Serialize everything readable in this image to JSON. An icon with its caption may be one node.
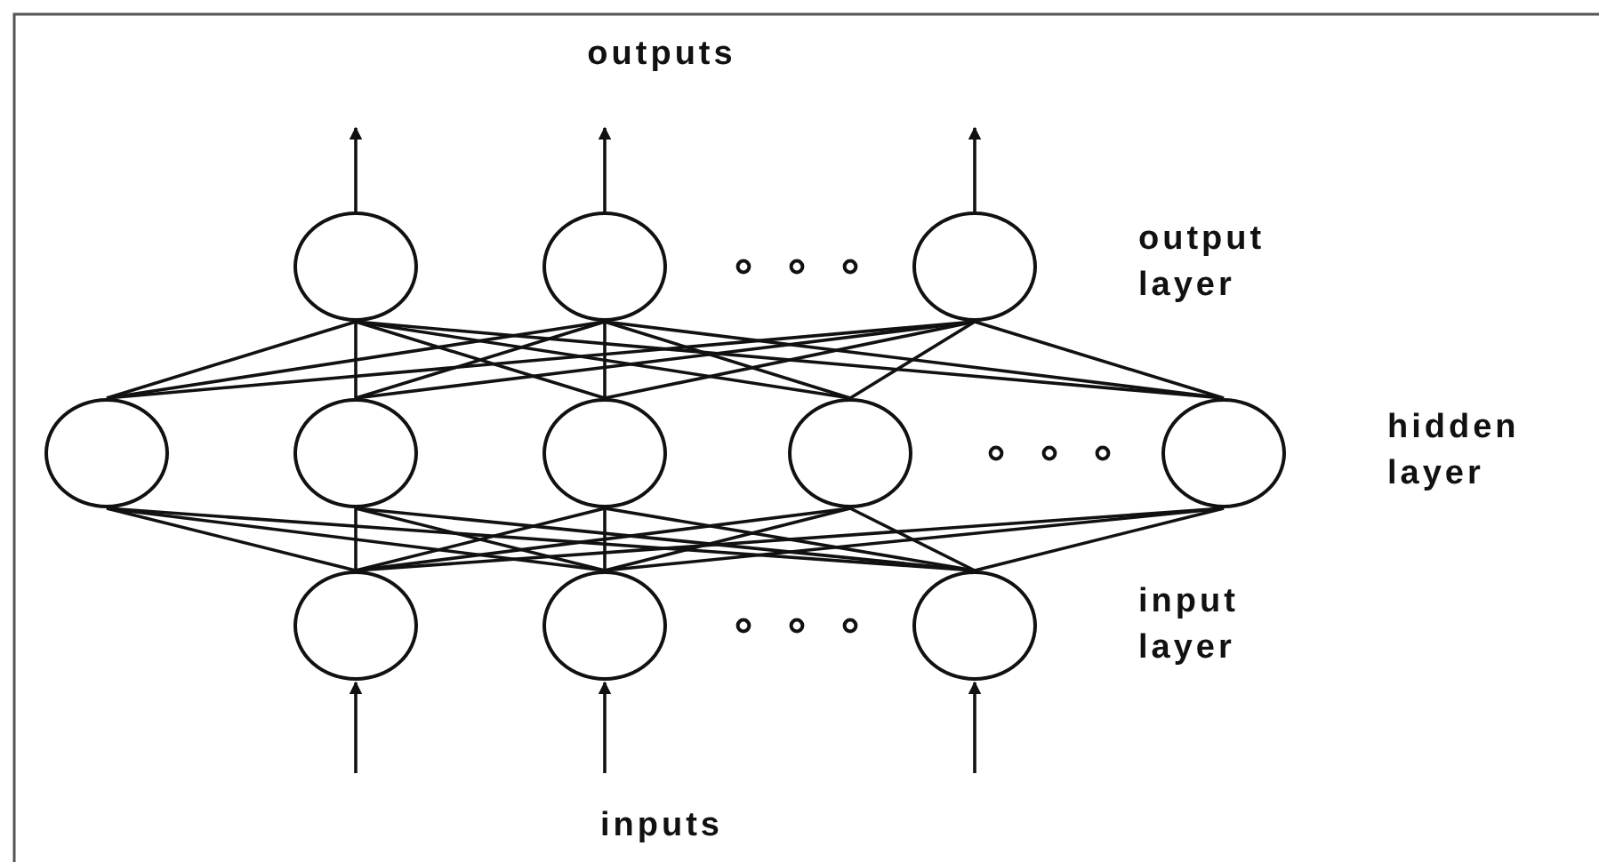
{
  "diagram": {
    "nodes": [
      {
        "text": [],
        "shape": "circle"
      },
      {
        "text": [],
        "shape": "circle"
      },
      {
        "text": [],
        "shape": "circle"
      },
      {
        "text": [],
        "shape": "circle"
      },
      {
        "text": [],
        "shape": "circle"
      },
      {
        "text": [],
        "shape": "circle"
      },
      {
        "text": [],
        "shape": "circle"
      },
      {
        "text": [],
        "shape": "circle"
      },
      {
        "text": [],
        "shape": "circle"
      },
      {
        "text": [],
        "shape": "circle"
      },
      {
        "text": [],
        "shape": "circle"
      }
    ],
    "edges": [
      {
        "from": 0,
        "to": null,
        "arrow": "to"
      },
      {
        "from": 1,
        "to": null,
        "arrow": "to"
      },
      {
        "from": 2,
        "to": null,
        "arrow": "to"
      },
      {
        "from": 3,
        "to": 0,
        "arrow": "none"
      },
      {
        "from": 3,
        "to": 1,
        "arrow": "none"
      },
      {
        "from": 3,
        "to": 2,
        "arrow": "none"
      },
      {
        "from": 4,
        "to": 0,
        "arrow": "none"
      },
      {
        "from": 4,
        "to": 1,
        "arrow": "none"
      },
      {
        "from": 4,
        "to": 2,
        "arrow": "none"
      },
      {
        "from": 5,
        "to": 0,
        "arrow": "none"
      },
      {
        "from": 5,
        "to": 1,
        "arrow": "none"
      },
      {
        "from": 5,
        "to": 2,
        "arrow": "none"
      },
      {
        "from": 6,
        "to": 0,
        "arrow": "none"
      },
      {
        "from": 6,
        "to": 1,
        "arrow": "none"
      },
      {
        "from": 6,
        "to": 2,
        "arrow": "none"
      },
      {
        "from": 7,
        "to": 0,
        "arrow": "none"
      },
      {
        "from": 7,
        "to": 1,
        "arrow": "none"
      },
      {
        "from": 7,
        "to": 2,
        "arrow": "none"
      },
      {
        "from": 8,
        "to": 3,
        "arrow": "none"
      },
      {
        "from": 8,
        "to": 4,
        "arrow": "none"
      },
      {
        "from": 8,
        "to": 5,
        "arrow": "none"
      },
      {
        "from": 8,
        "to": 6,
        "arrow": "none"
      },
      {
        "from": 8,
        "to": 7,
        "arrow": "none"
      },
      {
        "from": 9,
        "to": 3,
        "arrow": "none"
      },
      {
        "from": 9,
        "to": 4,
        "arrow": "none"
      },
      {
        "from": 9,
        "to": 5,
        "arrow": "none"
      },
      {
        "from": 9,
        "to": 6,
        "arrow": "none"
      },
      {
        "from": 9,
        "to": 7,
        "arrow": "none"
      },
      {
        "from": 10,
        "to": 3,
        "arrow": "none"
      },
      {
        "from": 10,
        "to": 4,
        "arrow": "none"
      },
      {
        "from": 10,
        "to": 5,
        "arrow": "none"
      },
      {
        "from": 10,
        "to": 6,
        "arrow": "none"
      },
      {
        "from": 10,
        "to": 7,
        "arrow": "none"
      },
      {
        "from": null,
        "to": 8,
        "arrow": "to"
      },
      {
        "from": null,
        "to": 9,
        "arrow": "to"
      },
      {
        "from": null,
        "to": 10,
        "arrow": "to"
      }
    ],
    "labels": [
      "outputs",
      "output layer",
      "hidden layer",
      "input layer",
      "inputs"
    ]
  }
}
